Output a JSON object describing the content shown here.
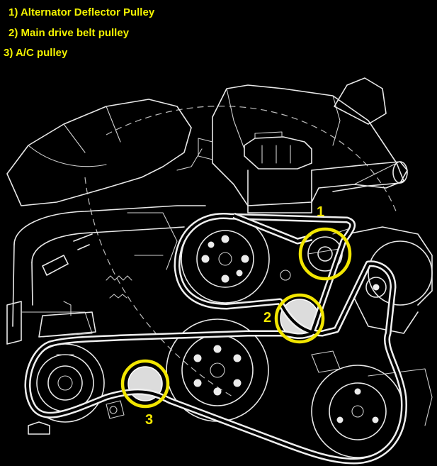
{
  "legend": {
    "line1": "1) Alternator Deflector Pulley",
    "line2": "2) Main drive belt pulley",
    "line3": "3) A/C pulley"
  },
  "callouts": [
    {
      "label": "1"
    },
    {
      "label": "2"
    },
    {
      "label": "3"
    }
  ],
  "colors": {
    "background": "#000000",
    "highlight": "#f2e600",
    "linework": "#e8e8e8"
  }
}
